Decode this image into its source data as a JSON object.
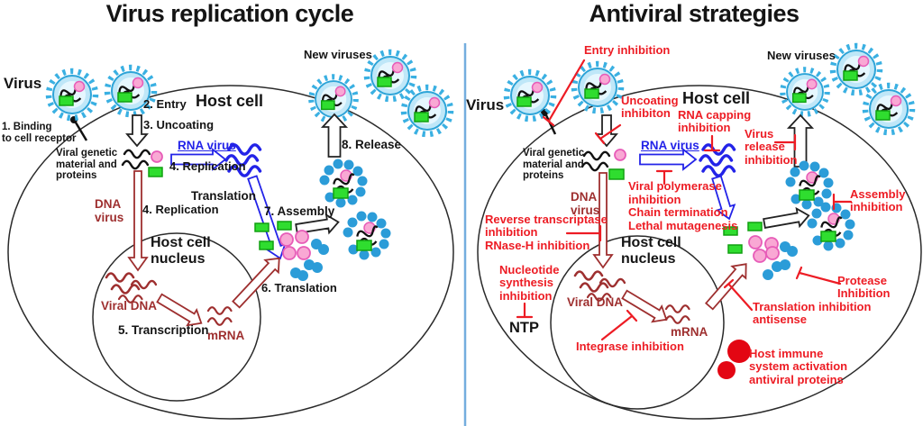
{
  "titles": {
    "left": "Virus replication cycle",
    "right": "Antiviral strategies"
  },
  "left": {
    "virus": "Virus",
    "binding": "1. Binding\nto cell receptor",
    "entry": "2. Entry",
    "uncoating": "3. Uncoating",
    "host_cell": "Host cell",
    "viral_genetic": "Viral genetic\nmaterial and\nproteins",
    "rna_virus": "RNA virus",
    "replication_rna": "4. Replication",
    "dna_virus": "DNA\nvirus",
    "replication_dna": "4. Replication",
    "translation": "Translation",
    "assembly": "7. Assembly",
    "nucleus": "Host cell\nnucleus",
    "viral_dna": "Viral DNA",
    "transcription": "5. Transcription",
    "mrna": "mRNA",
    "translation6": "6. Translation",
    "release": "8. Release",
    "new_viruses": "New viruses"
  },
  "right": {
    "virus": "Virus",
    "entry_inhibition": "Entry inhibition",
    "uncoating_inhibition": "Uncoating\ninhibiton",
    "host_cell": "Host cell",
    "rna_capping_inhibition": "RNA capping\ninhibition",
    "rna_virus": "RNA virus",
    "virus_release_inhibition": "Virus\nrelease\ninhibition",
    "viral_genetic": "Viral genetic\nmaterial and\nproteins",
    "viral_polymerase": "Viral polymerase\ninhibition\nChain termination\nLethal mutagenesis",
    "dna_virus": "DNA\nvirus",
    "reverse_transcriptase": "Reverse transcriptase\ninhibition\nRNase-H inhibition",
    "nucleotide_synthesis": "Nucleotide\nsynthesis\ninhibition",
    "ntp": "NTP",
    "nucleus": "Host cell\nnucleus",
    "viral_dna": "Viral DNA",
    "integrase_inhibition": "Integrase inhibition",
    "mrna": "mRNA",
    "translation_inhibition": "Translation inhibition\nantisense",
    "protease_inhibition": "Protease\nInhibition",
    "assembly_inhibition": "Assembly\ninhibition",
    "host_immune": "Host immune\nsystem activation\nantiviral proteins",
    "new_viruses": "New viruses"
  },
  "colors": {
    "inhibition_red": "#ed1c24",
    "dark_red": "#9e2f2f",
    "blue": "#2323e8",
    "green": "#2fdd2f",
    "pink": "#f9a8d4",
    "virus_dot_blue": "#2b9cd8",
    "divider_blue": "#74aede"
  }
}
